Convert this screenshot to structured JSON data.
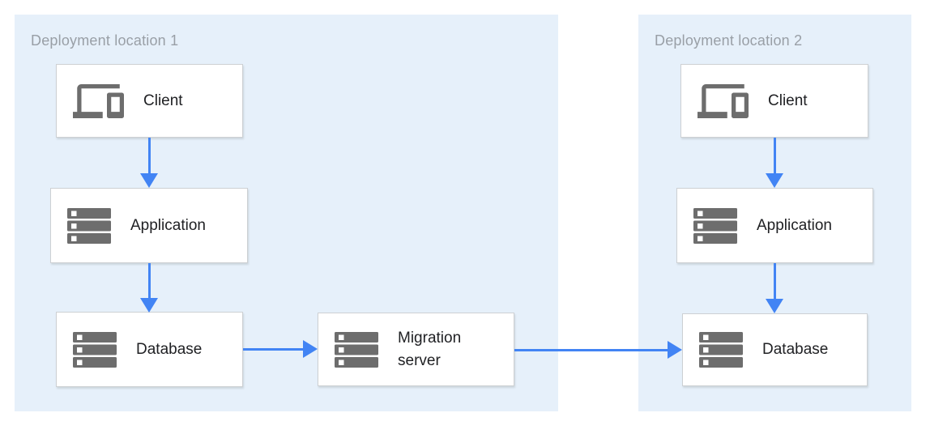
{
  "colors": {
    "panel_background": "#e6f0fa",
    "arrow_blue": "#4284f4",
    "box_border": "#cdd0d3",
    "icon_gray": "#6d6d6d",
    "panel_label_gray": "#999fa6",
    "node_text": "#202124"
  },
  "diagram": {
    "panels": {
      "loc1": {
        "label": "Deployment location 1"
      },
      "loc2": {
        "label": "Deployment location 2"
      }
    },
    "nodes": {
      "client1": {
        "label": "Client",
        "icon": "devices-icon"
      },
      "app1": {
        "label": "Application",
        "icon": "server-icon"
      },
      "db1": {
        "label": "Database",
        "icon": "server-icon"
      },
      "migration": {
        "label": "Migration server",
        "icon": "server-icon"
      },
      "client2": {
        "label": "Client",
        "icon": "devices-icon"
      },
      "app2": {
        "label": "Application",
        "icon": "server-icon"
      },
      "db2": {
        "label": "Database",
        "icon": "server-icon"
      }
    },
    "edges": [
      {
        "from": "client1",
        "to": "app1"
      },
      {
        "from": "app1",
        "to": "db1"
      },
      {
        "from": "db1",
        "to": "migration"
      },
      {
        "from": "migration",
        "to": "db2"
      },
      {
        "from": "client2",
        "to": "app2"
      },
      {
        "from": "app2",
        "to": "db2"
      }
    ]
  }
}
